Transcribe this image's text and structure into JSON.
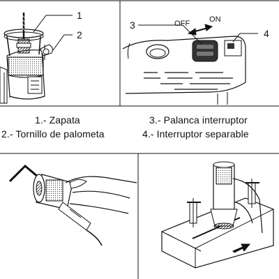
{
  "panel_top_left": {
    "callouts": [
      "1",
      "2"
    ]
  },
  "panel_top_right": {
    "callouts": [
      "3",
      "4"
    ],
    "off_label": "OFF",
    "on_label": "ON"
  },
  "legend": {
    "items": [
      "1.- Zapata",
      "2.- Tornillo de palometa",
      "3.- Palanca interruptor",
      "4.- Interruptor separable"
    ]
  }
}
